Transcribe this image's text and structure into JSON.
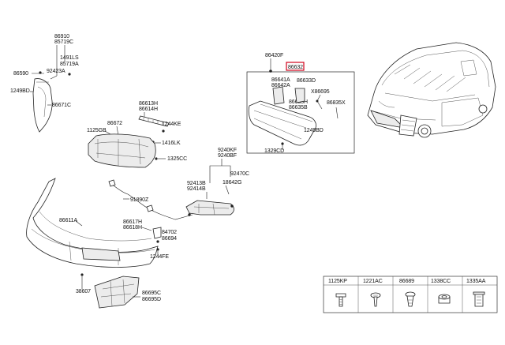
{
  "labels": {
    "l86910": "86910",
    "l85719C": "85719C",
    "l1491LS": "1491LS",
    "l85719A": "85719A",
    "l86590": "86590",
    "l92423A": "92423A",
    "l1249BD_a": "1249BD",
    "l86671C": "86671C",
    "l86613H": "86613H",
    "l86614H": "86614H",
    "l86672": "86672",
    "l1244KE": "1244KE",
    "l1125GB": "1125GB",
    "l1416LK": "1416LK",
    "l1325CC": "1325CC",
    "l86420F": "86420F",
    "l86632": "86632",
    "l86641A": "86641A",
    "l86642A": "86642A",
    "l86633D": "86633D",
    "lX86695": "X86695",
    "l86633H": "86633H",
    "l86635B": "86635B",
    "l86835X": "86835X",
    "l1249BD_b": "1249BD",
    "l1329CD": "1329CD",
    "l9240KF": "9240KF",
    "l9240BF": "9240BF",
    "l92470C": "92470C",
    "l92413B": "92413B",
    "l92414B": "92414B",
    "l18642G": "18642G",
    "l91890Z": "91890Z",
    "l86611A": "86611A",
    "l86617H": "86617H",
    "l86618H": "86618H",
    "l84702": "84702",
    "l86694": "86694",
    "l1244FE": "1244FE",
    "l38607": "38607",
    "l86695C": "86695C",
    "l86695D": "86695D"
  },
  "legend": {
    "headers": [
      "1125KP",
      "1221AC",
      "86689",
      "1338CC",
      "1335AA"
    ]
  },
  "icons": {
    "car": "vehicle-rear-view-icon",
    "fasteners": [
      "bolt-icon",
      "screw-icon",
      "clip-icon",
      "grommet-icon",
      "retainer-icon"
    ]
  },
  "colors": {
    "highlight": "#d0021b",
    "line": "#222222"
  }
}
